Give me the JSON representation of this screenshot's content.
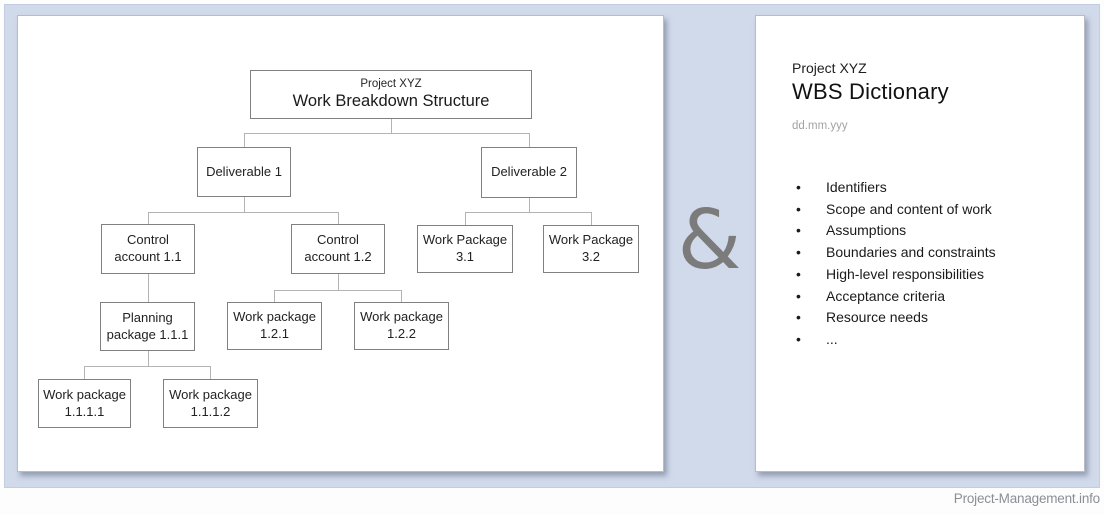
{
  "wbs_chart": {
    "root": {
      "project": "Project XYZ",
      "title": "Work Breakdown Structure"
    },
    "nodes": {
      "deliverable1": "Deliverable 1",
      "deliverable2": "Deliverable 2",
      "control_account_11": "Control account 1.1",
      "control_account_12": "Control account 1.2",
      "work_package_31": "Work Package 3.1",
      "work_package_32": "Work Package 3.2",
      "planning_package_111": "Planning package 1.1.1",
      "work_package_121": "Work package 1.2.1",
      "work_package_122": "Work package 1.2.2",
      "work_package_1111": "Work package 1.1.1.1",
      "work_package_1112": "Work package 1.1.1.2"
    }
  },
  "separator": {
    "symbol": "&"
  },
  "wbs_dictionary": {
    "project": "Project XYZ",
    "title": "WBS Dictionary",
    "date": "dd.mm.yyy",
    "items": [
      "Identifiers",
      "Scope and content of work",
      "Assumptions",
      "Boundaries and constraints",
      "High-level responsibilities",
      "Acceptance criteria",
      "Resource needs",
      "..."
    ]
  },
  "footer": {
    "credit": "Project-Management.info"
  },
  "colors": {
    "panel_background": "#d1daeb",
    "card_background": "#ffffff",
    "node_border": "#808080",
    "connector": "#b3b3b3",
    "ampersand": "#7b7b7b",
    "muted_text": "#a3a3a3"
  }
}
